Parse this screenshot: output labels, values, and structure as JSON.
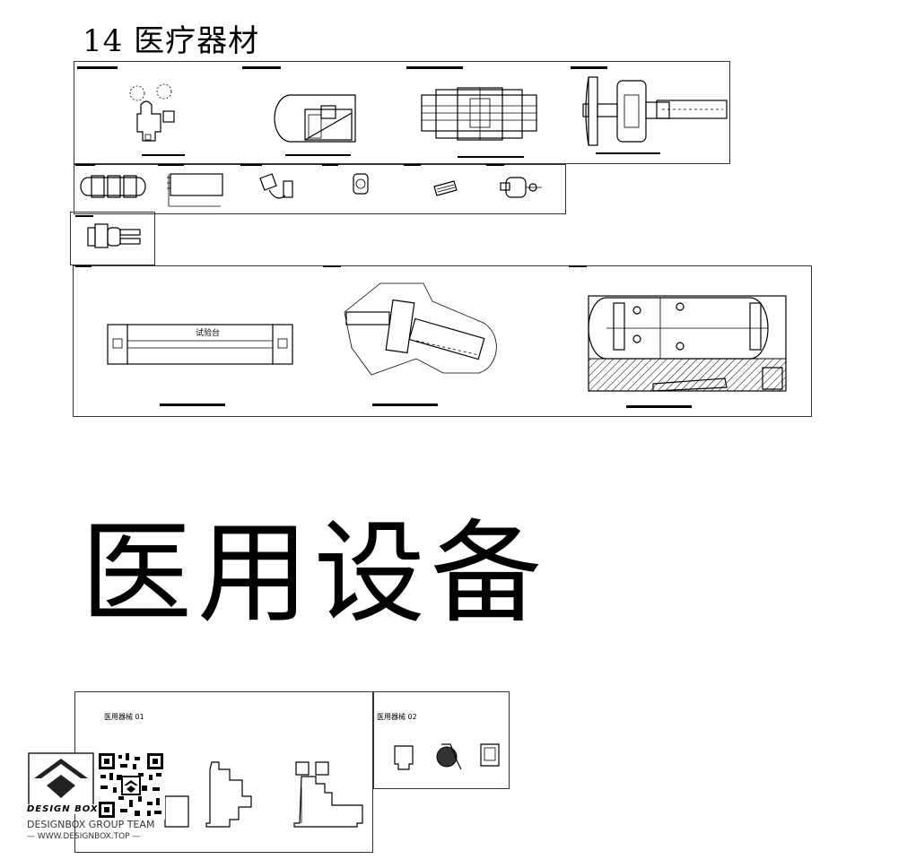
{
  "section_title": "14 医疗器材",
  "big_title": "医用设备",
  "test_table_label": "试验台",
  "panel_labels": {
    "left": "医用器械 01",
    "right": "医用器械 02"
  },
  "watermark": {
    "logo_text": "DESIGN BOX",
    "group_text": "DESIGNBOX GROUP TEAM",
    "website": "— WWW.DESIGNBOX.TOP —"
  }
}
